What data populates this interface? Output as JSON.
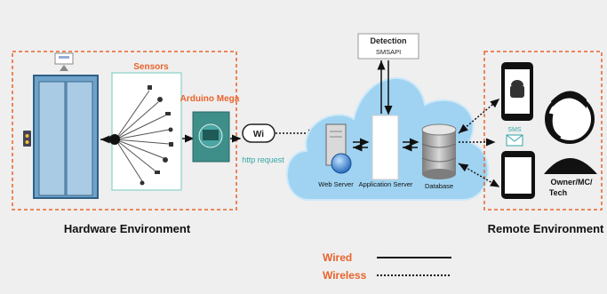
{
  "sections": {
    "hardware": "Hardware Environment",
    "remote": "Remote Environment"
  },
  "labels": {
    "sensors": "Sensors",
    "arduino": "Arduino Mega",
    "http": "http request",
    "detection": "Detection",
    "smsapi": "SMSAPI",
    "web_server": "Web Server",
    "app_server": "Application Server",
    "database": "Database",
    "sms": "SMS",
    "owner": "Owner/MC/",
    "tech": "Tech"
  },
  "legend": {
    "wired": "Wired",
    "wireless": "Wireless"
  },
  "colors": {
    "accent_orange": "#e8632b",
    "cloud_blue": "#9fd3f1",
    "arduino_teal": "#3e8e8a",
    "http_teal": "#35a6a6",
    "background": "#efefef"
  }
}
